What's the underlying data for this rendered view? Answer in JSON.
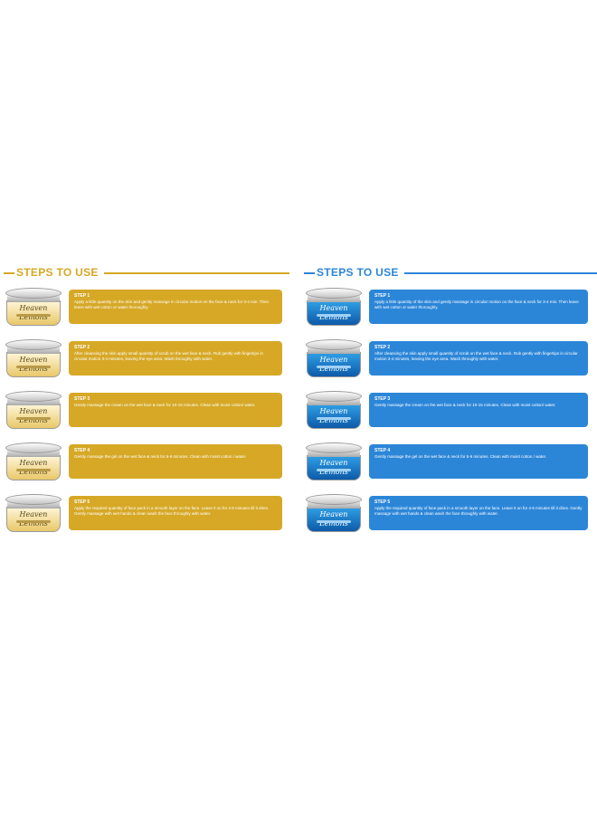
{
  "panels": {
    "gold": {
      "title": "STEPS TO USE",
      "accent": "#d6a826",
      "brand_text": "Heaven Lemons",
      "steps": [
        {
          "label": "STEP 1",
          "text": "Apply a little quantity on the skin and gently massage in circular motion on the face & neck for 3-4 min. Then leave with wet cotton or water thoroughly."
        },
        {
          "label": "STEP 2",
          "text": "After cleansing the skin apply small quantity of scrub on the wet face & neck. Rub gently with fingertips in circular motion 3-4 minutes, leaving the eye area. Wash throughly with water."
        },
        {
          "label": "STEP 3",
          "text": "Gently massage the cream on the wet face & neck for 10-15 minutes. Clean with moist cotton/ water."
        },
        {
          "label": "STEP 4",
          "text": "Gently massage the gel on the wet face & neck for 5-6 minutes. Clean with moist cotton / water."
        },
        {
          "label": "STEP 5",
          "text": "Apply the required quantity of face pack in a smooth layer on the face. Leave it on for 4-5 minutes till it dries. Gently massage with wet hands & clean wash the face throughly with water."
        }
      ]
    },
    "blue": {
      "title": "STEPS TO USE",
      "accent": "#2c86d8",
      "brand_text": "Heaven Lemons",
      "steps": [
        {
          "label": "STEP 1",
          "text": "Apply a little quantity of the skin and gently massage in circular motion on the face & neck for 3-4 min. Then leave with wet cotton or water thoroughly."
        },
        {
          "label": "STEP 2",
          "text": "After cleansing the skin apply small quantity of scrub on the wet face & neck. Rub gently with fingertips in circular motion 3-4 minutes, leaving the eye area. Wash throughly with water."
        },
        {
          "label": "STEP 3",
          "text": "Gently massage the cream on the wet face & neck for 10-15 minutes. Clean with moist cotton/ water."
        },
        {
          "label": "STEP 4",
          "text": "Gently massage the gel on the wet face & neck for 5-6 minutes. Clean with moist cotton / water."
        },
        {
          "label": "STEP 5",
          "text": "Apply the required quantity of face pack in a smooth layer on the face. Leave it on for 4-5 minutes till it dries. Gently massage with wet hands & clean wash the face throughly with water."
        }
      ]
    }
  }
}
